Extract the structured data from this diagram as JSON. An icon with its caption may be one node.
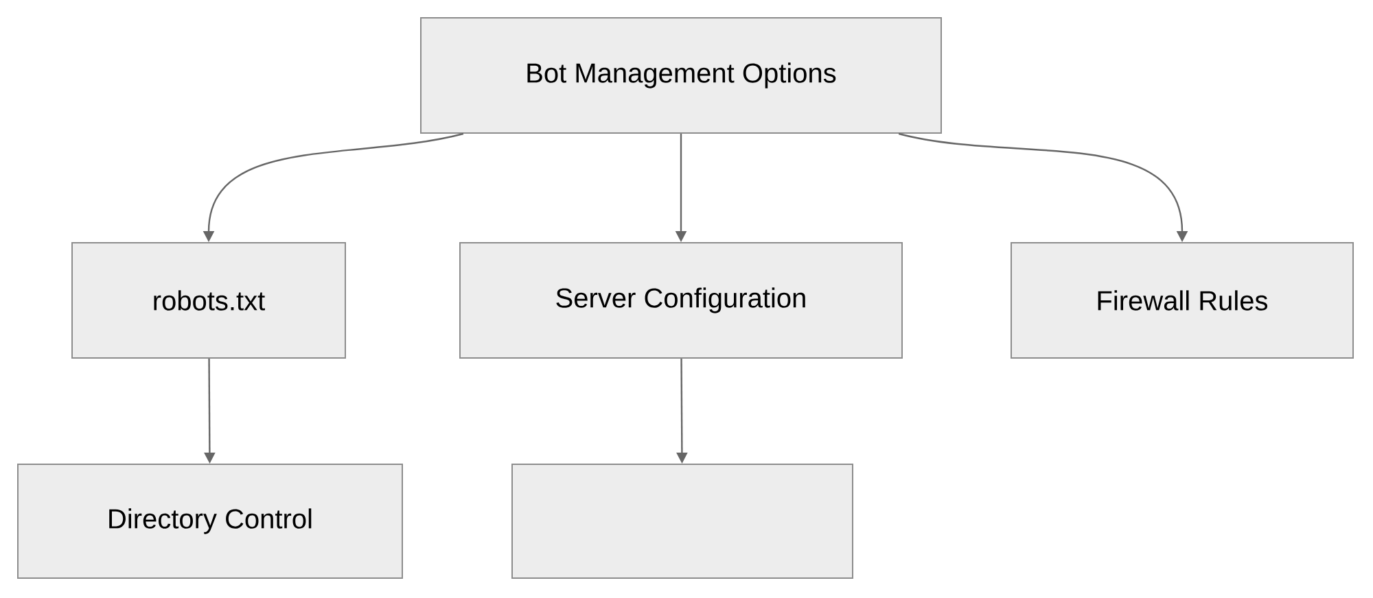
{
  "diagram": {
    "nodes": [
      {
        "text": [
          "Bot Management Options"
        ]
      },
      {
        "text": [
          "robots.txt"
        ]
      },
      {
        "text": [
          "Server Configuration"
        ]
      },
      {
        "text": [
          "Firewall Rules"
        ]
      },
      {
        "text": [
          "Directory Control"
        ]
      },
      {
        "text": [],
        "shape": "box"
      }
    ],
    "edges": [
      {
        "from": 0,
        "to": 1,
        "arrow": "to"
      },
      {
        "from": 0,
        "to": 2,
        "arrow": "to"
      },
      {
        "from": 0,
        "to": 3,
        "arrow": "to"
      },
      {
        "from": 1,
        "to": 4,
        "arrow": "to"
      },
      {
        "from": 2,
        "to": 5,
        "arrow": "to"
      }
    ]
  }
}
